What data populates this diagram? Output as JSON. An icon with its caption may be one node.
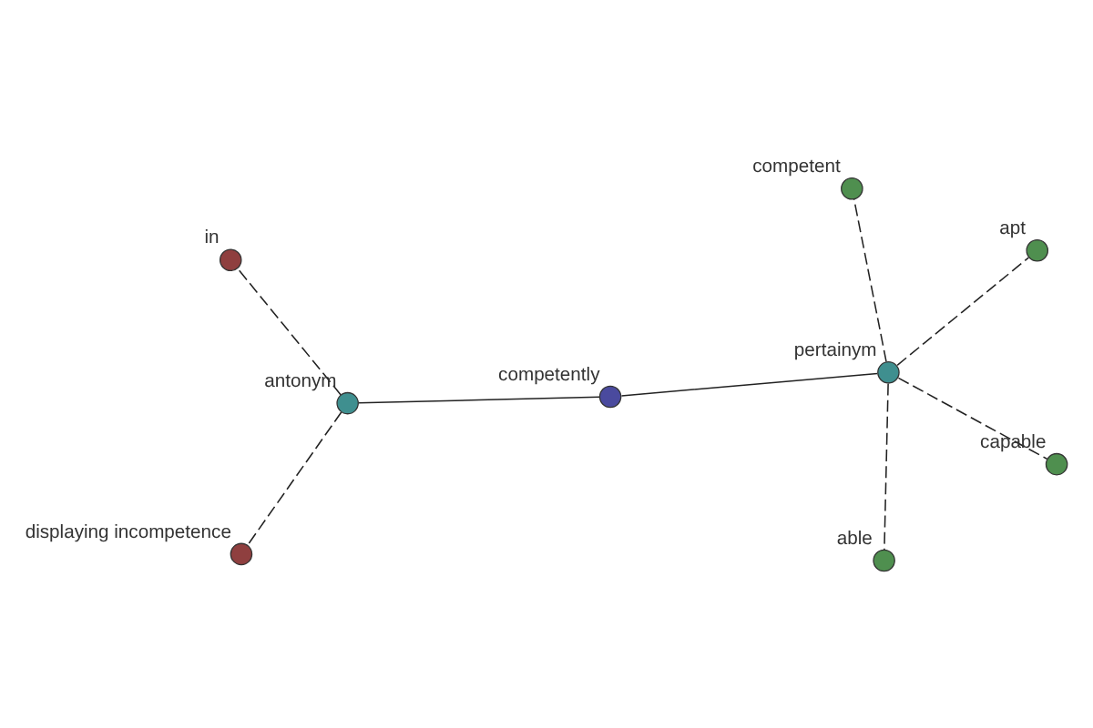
{
  "diagram": {
    "nodes": [
      {
        "text": [],
        "shape": "circle",
        "beside": [
          "apt"
        ]
      },
      {
        "text": [],
        "shape": "circle",
        "beside": [
          "competently"
        ]
      },
      {
        "text": [],
        "shape": "circle",
        "beside": [
          "pertainym"
        ]
      },
      {
        "text": [],
        "shape": "circle",
        "beside": [
          "capable"
        ]
      },
      {
        "text": [],
        "shape": "circle",
        "beside": [
          "antonym"
        ]
      },
      {
        "text": [],
        "shape": "circle",
        "beside": [
          "able"
        ]
      },
      {
        "text": [],
        "shape": "circle",
        "beside": [
          "competent"
        ]
      },
      {
        "text": [],
        "shape": "circle",
        "beside": [
          "displaying incompetence"
        ]
      },
      {
        "text": [],
        "shape": "circle",
        "beside": [
          "in"
        ]
      }
    ],
    "edges": [
      {
        "from": 1,
        "to": 2,
        "arrow": "none"
      },
      {
        "from": 1,
        "to": 4,
        "arrow": "none"
      },
      {
        "from": 2,
        "to": 0,
        "arrow": "none",
        "style": "dashed"
      },
      {
        "from": 2,
        "to": 3,
        "arrow": "none",
        "style": "dashed"
      },
      {
        "from": 2,
        "to": 5,
        "arrow": "none",
        "style": "dashed"
      },
      {
        "from": 2,
        "to": 6,
        "arrow": "none",
        "style": "dashed"
      },
      {
        "from": 4,
        "to": 7,
        "arrow": "none",
        "style": "dashed"
      },
      {
        "from": 4,
        "to": 8,
        "arrow": "none",
        "style": "dashed"
      }
    ]
  }
}
